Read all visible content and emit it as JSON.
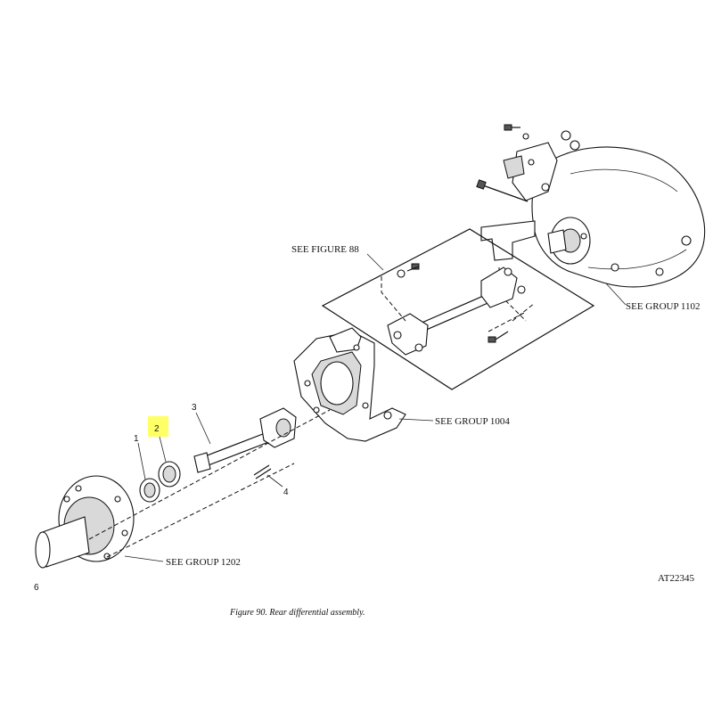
{
  "labels": {
    "see_figure_88": "SEE FIGURE 88",
    "see_group_1102": "SEE GROUP 1102",
    "see_group_1004": "SEE GROUP 1004",
    "see_group_1202": "SEE GROUP 1202",
    "drawing_number": "AT22345",
    "page_mark": "6"
  },
  "callouts": {
    "item_1": "1",
    "item_2": "2",
    "item_3": "3",
    "item_4": "4"
  },
  "highlight_color": "#ffff66",
  "caption": "Figure 90. Rear differential assembly."
}
